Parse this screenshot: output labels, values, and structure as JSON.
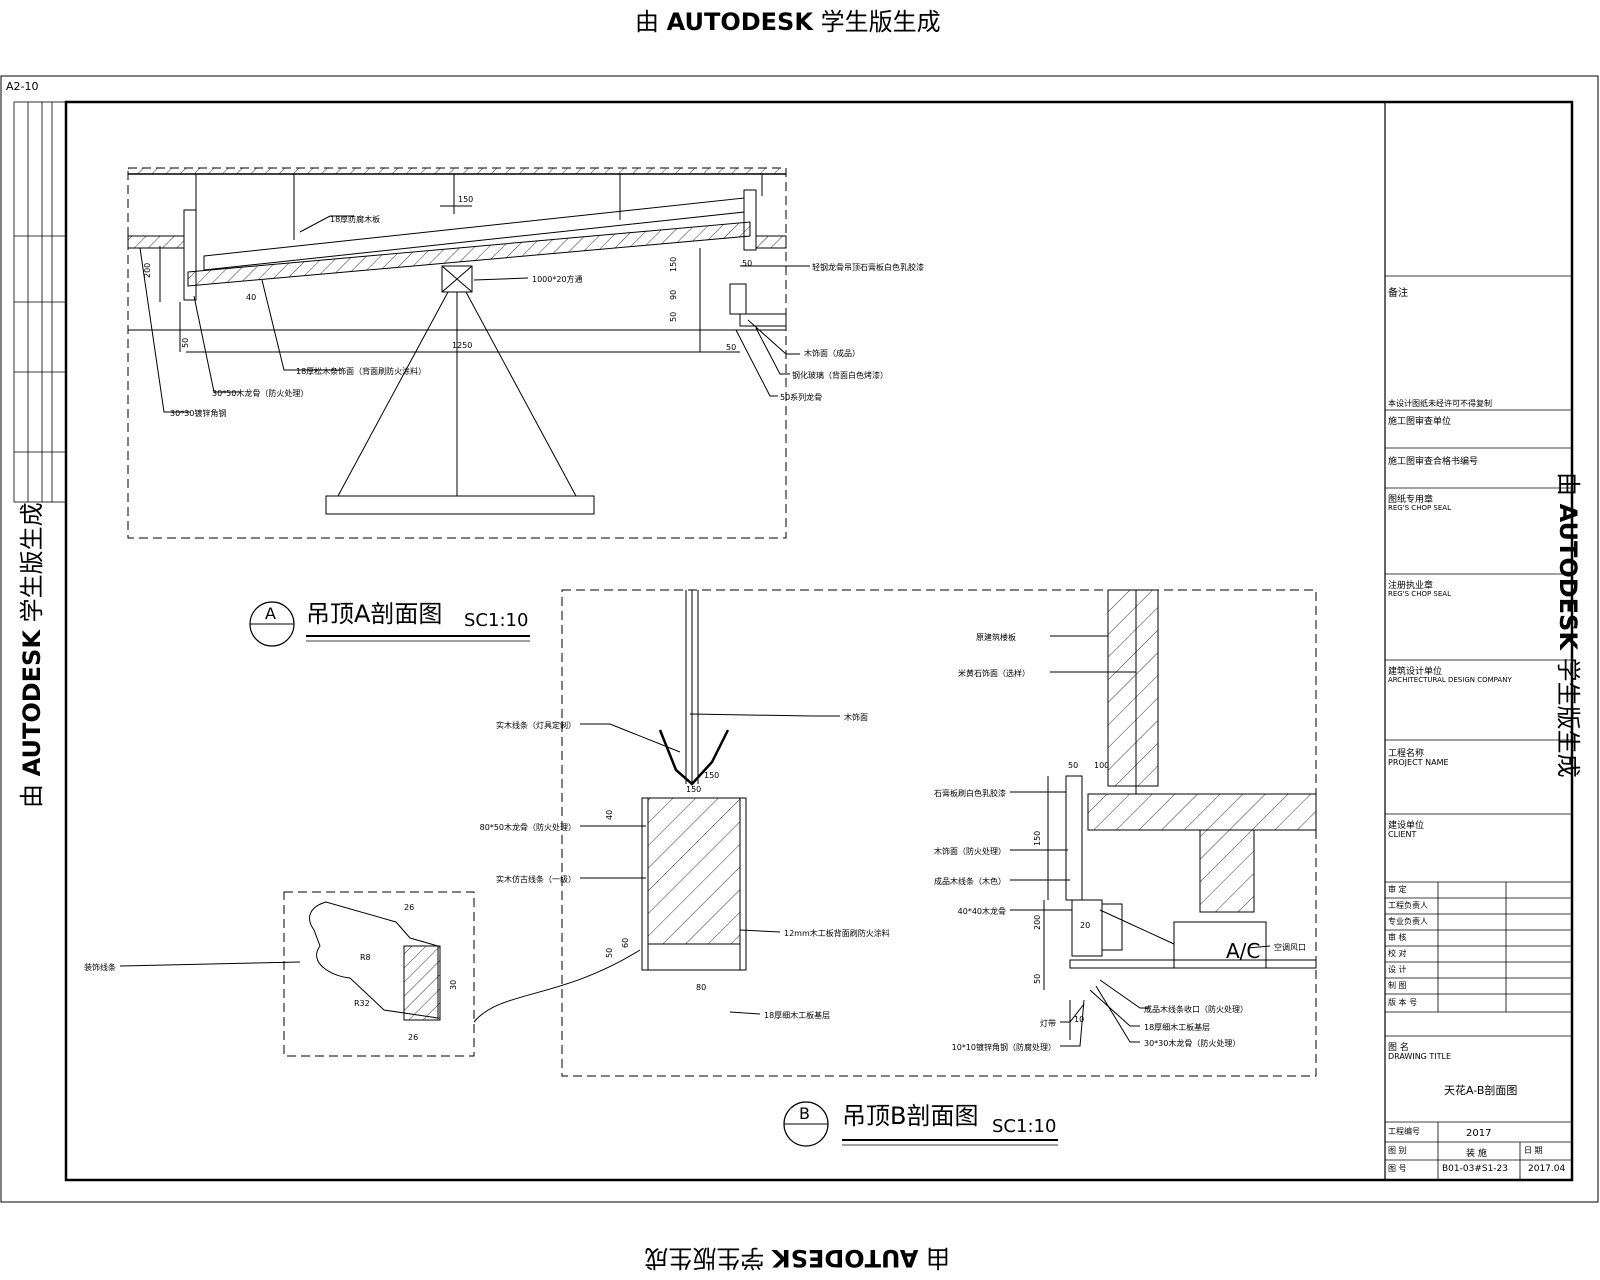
{
  "watermark": {
    "prefix": "由 ",
    "brand": "AUTODESK",
    "suffix": " 学生版生成"
  },
  "sheet": {
    "code": "A2-10"
  },
  "section_a": {
    "label": "A",
    "title": "吊顶A剖面图",
    "scale": "SC1:10",
    "dims": [
      "150",
      "200",
      "50",
      "50",
      "90",
      "50",
      "40",
      "150",
      "1250",
      "50"
    ],
    "notes": [
      "18厚防腐木板",
      "1000*20方通",
      "18厚松木条饰面（背面刷防火涂料）",
      "30*50木龙骨（防火处理）",
      "30*30镀锌角钢",
      "轻钢龙骨吊顶石膏板白色乳胶漆",
      "木饰面（成品）",
      "钢化玻璃（背面白色烤漆）",
      "50系列龙骨"
    ]
  },
  "section_b": {
    "label": "B",
    "title": "吊顶B剖面图",
    "scale": "SC1:10",
    "callout": "A/C",
    "dims": [
      "150",
      "26",
      "30",
      "26",
      "R8",
      "R32",
      "40",
      "50",
      "80",
      "150",
      "60",
      "100",
      "150",
      "200",
      "20",
      "50",
      "50",
      "10"
    ],
    "notes": [
      "原建筑楼板",
      "米黄石饰面（选样）",
      "木饰面",
      "实木线条（灯具定制）",
      "80*50木龙骨（防火处理）",
      "实木仿古线条（一级）",
      "12mm木工板背面刷防火涂料",
      "18厚细木工板基层",
      "石膏板刷白色乳胶漆",
      "木饰面（防火处理）",
      "成品木线条（木色）",
      "40*40木龙骨",
      "空调风口",
      "成品木线条收口（防火处理）",
      "18厚细木工板基层",
      "灯带",
      "30*30木龙骨（防火处理）",
      "10*10镀锌角钢（防腐处理）",
      "装饰线条"
    ]
  },
  "title_block": {
    "remarks_label": "备注",
    "note_line": "本设计图纸未经许可不得复制",
    "rows": [
      {
        "label": "施工图审查单位",
        "sub": ""
      },
      {
        "label": "施工图审查合格书编号",
        "sub": ""
      },
      {
        "label": "图纸专用章",
        "sub": "REG'S CHOP SEAL"
      },
      {
        "label": "注册执业章",
        "sub": "REG'S CHOP SEAL"
      },
      {
        "label": "建筑设计单位",
        "sub": "ARCHITECTURAL DESIGN COMPANY"
      },
      {
        "label": "工程名称",
        "sub": "PROJECT NAME"
      },
      {
        "label": "建设单位",
        "sub": "CLIENT"
      }
    ],
    "signoffs": [
      "审    定",
      "工程负责人",
      "专业负责人",
      "审    核",
      "校    对",
      "设    计",
      "制    图",
      "版 本 号"
    ],
    "drawing_title_label": "图    名",
    "drawing_title_sub": "DRAWING TITLE",
    "drawing_title": "天花A-B剖面图",
    "project_no_label": "工程编号",
    "project_no": "2017",
    "drawn_label": "图    别",
    "drawn_value": "装 施",
    "date_label": "日    期",
    "sheet_no_label": "图    号",
    "sheet_no": "B01-03#S1-23",
    "date": "2017.04"
  }
}
